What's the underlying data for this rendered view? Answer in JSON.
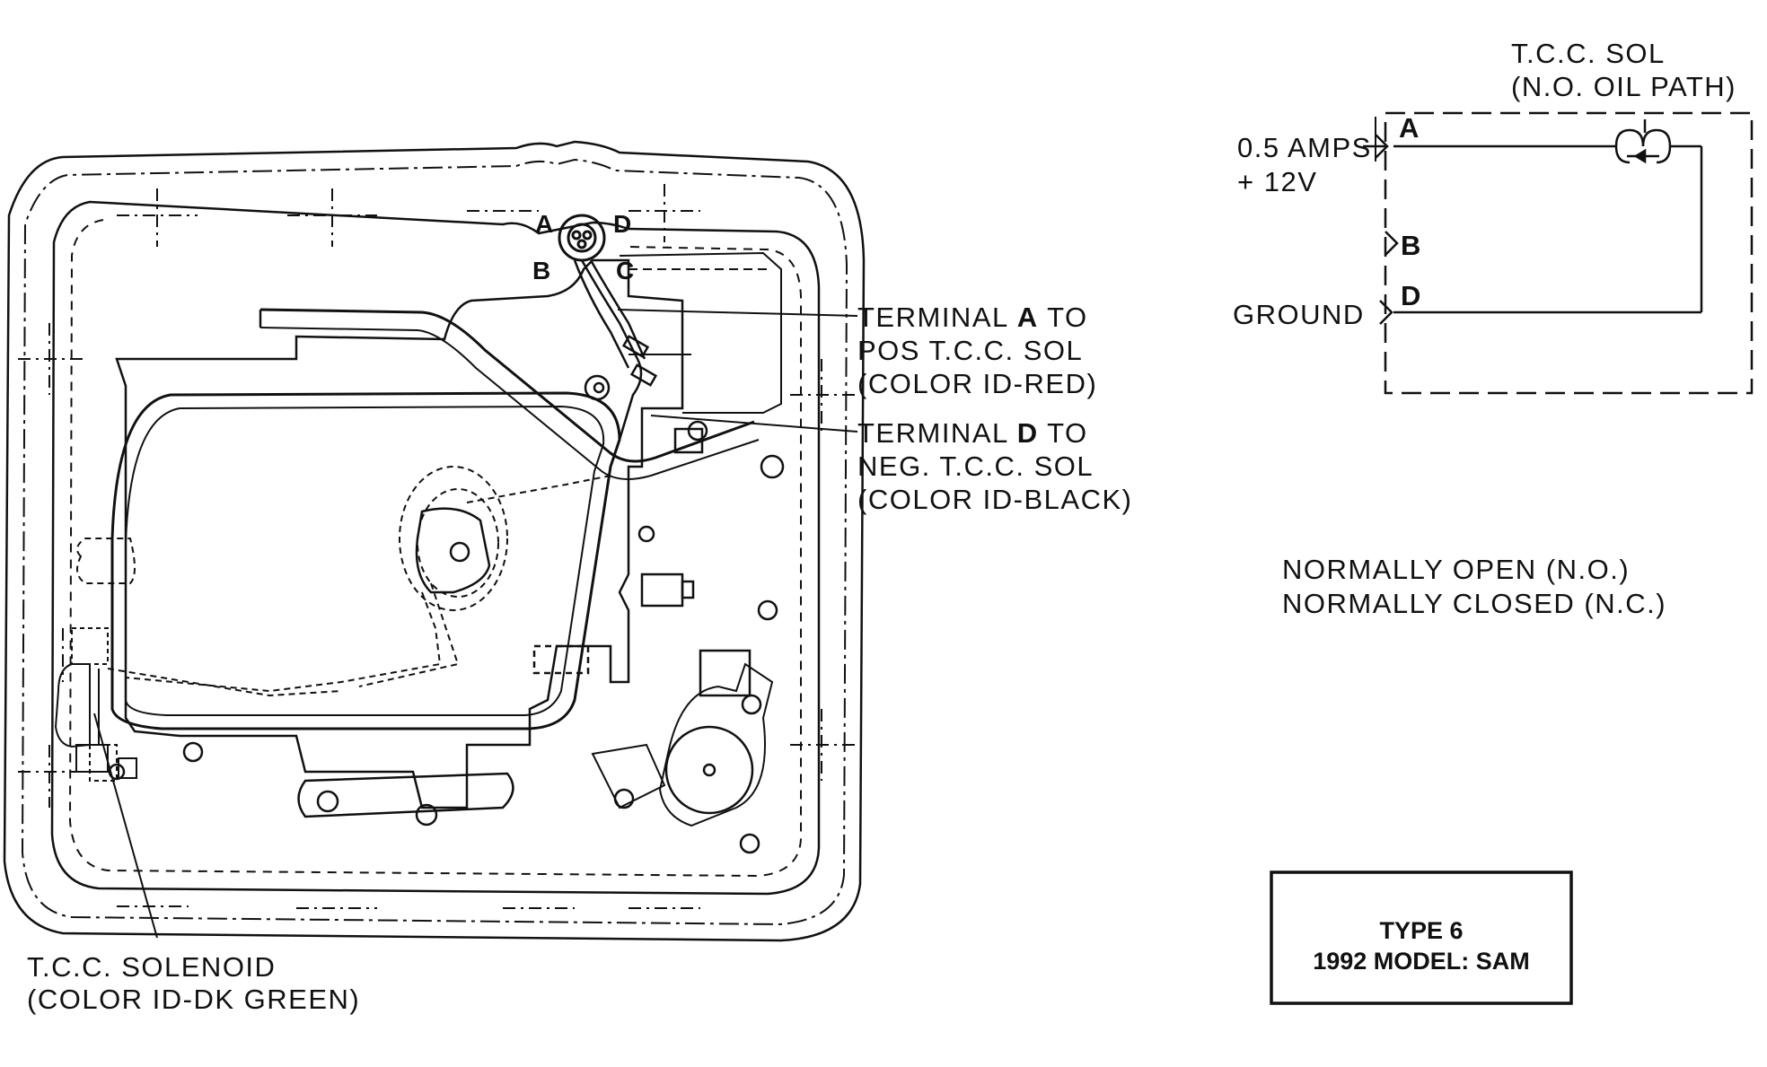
{
  "pan_terminals": {
    "a": "A",
    "b": "B",
    "c": "C",
    "d": "D"
  },
  "callouts": {
    "terminal_a": {
      "prefix": "TERMINAL ",
      "letter": "A",
      "suffix": " TO",
      "line2": "POS T.C.C. SOL",
      "line3": "(COLOR ID-RED)"
    },
    "terminal_d": {
      "prefix": "TERMINAL ",
      "letter": "D",
      "suffix": " TO",
      "line2": "NEG. T.C.C. SOL",
      "line3": "(COLOR ID-BLACK)"
    },
    "solenoid": {
      "line1": "T.C.C. SOLENOID",
      "line2": "(COLOR ID-DK GREEN)"
    }
  },
  "schematic": {
    "sol_title": "T.C.C. SOL",
    "sol_subtitle": "(N.O. OIL PATH)",
    "amps": "0.5 AMPS",
    "voltage": "+ 12V",
    "ground": "GROUND",
    "terminals": {
      "a": "A",
      "b": "B",
      "d": "D"
    }
  },
  "legend": {
    "line1": "NORMALLY OPEN (N.O.)",
    "line2": "NORMALLY CLOSED (N.C.)"
  },
  "type_box": {
    "line1": "TYPE 6",
    "line2": "1992 MODEL: SAM"
  }
}
